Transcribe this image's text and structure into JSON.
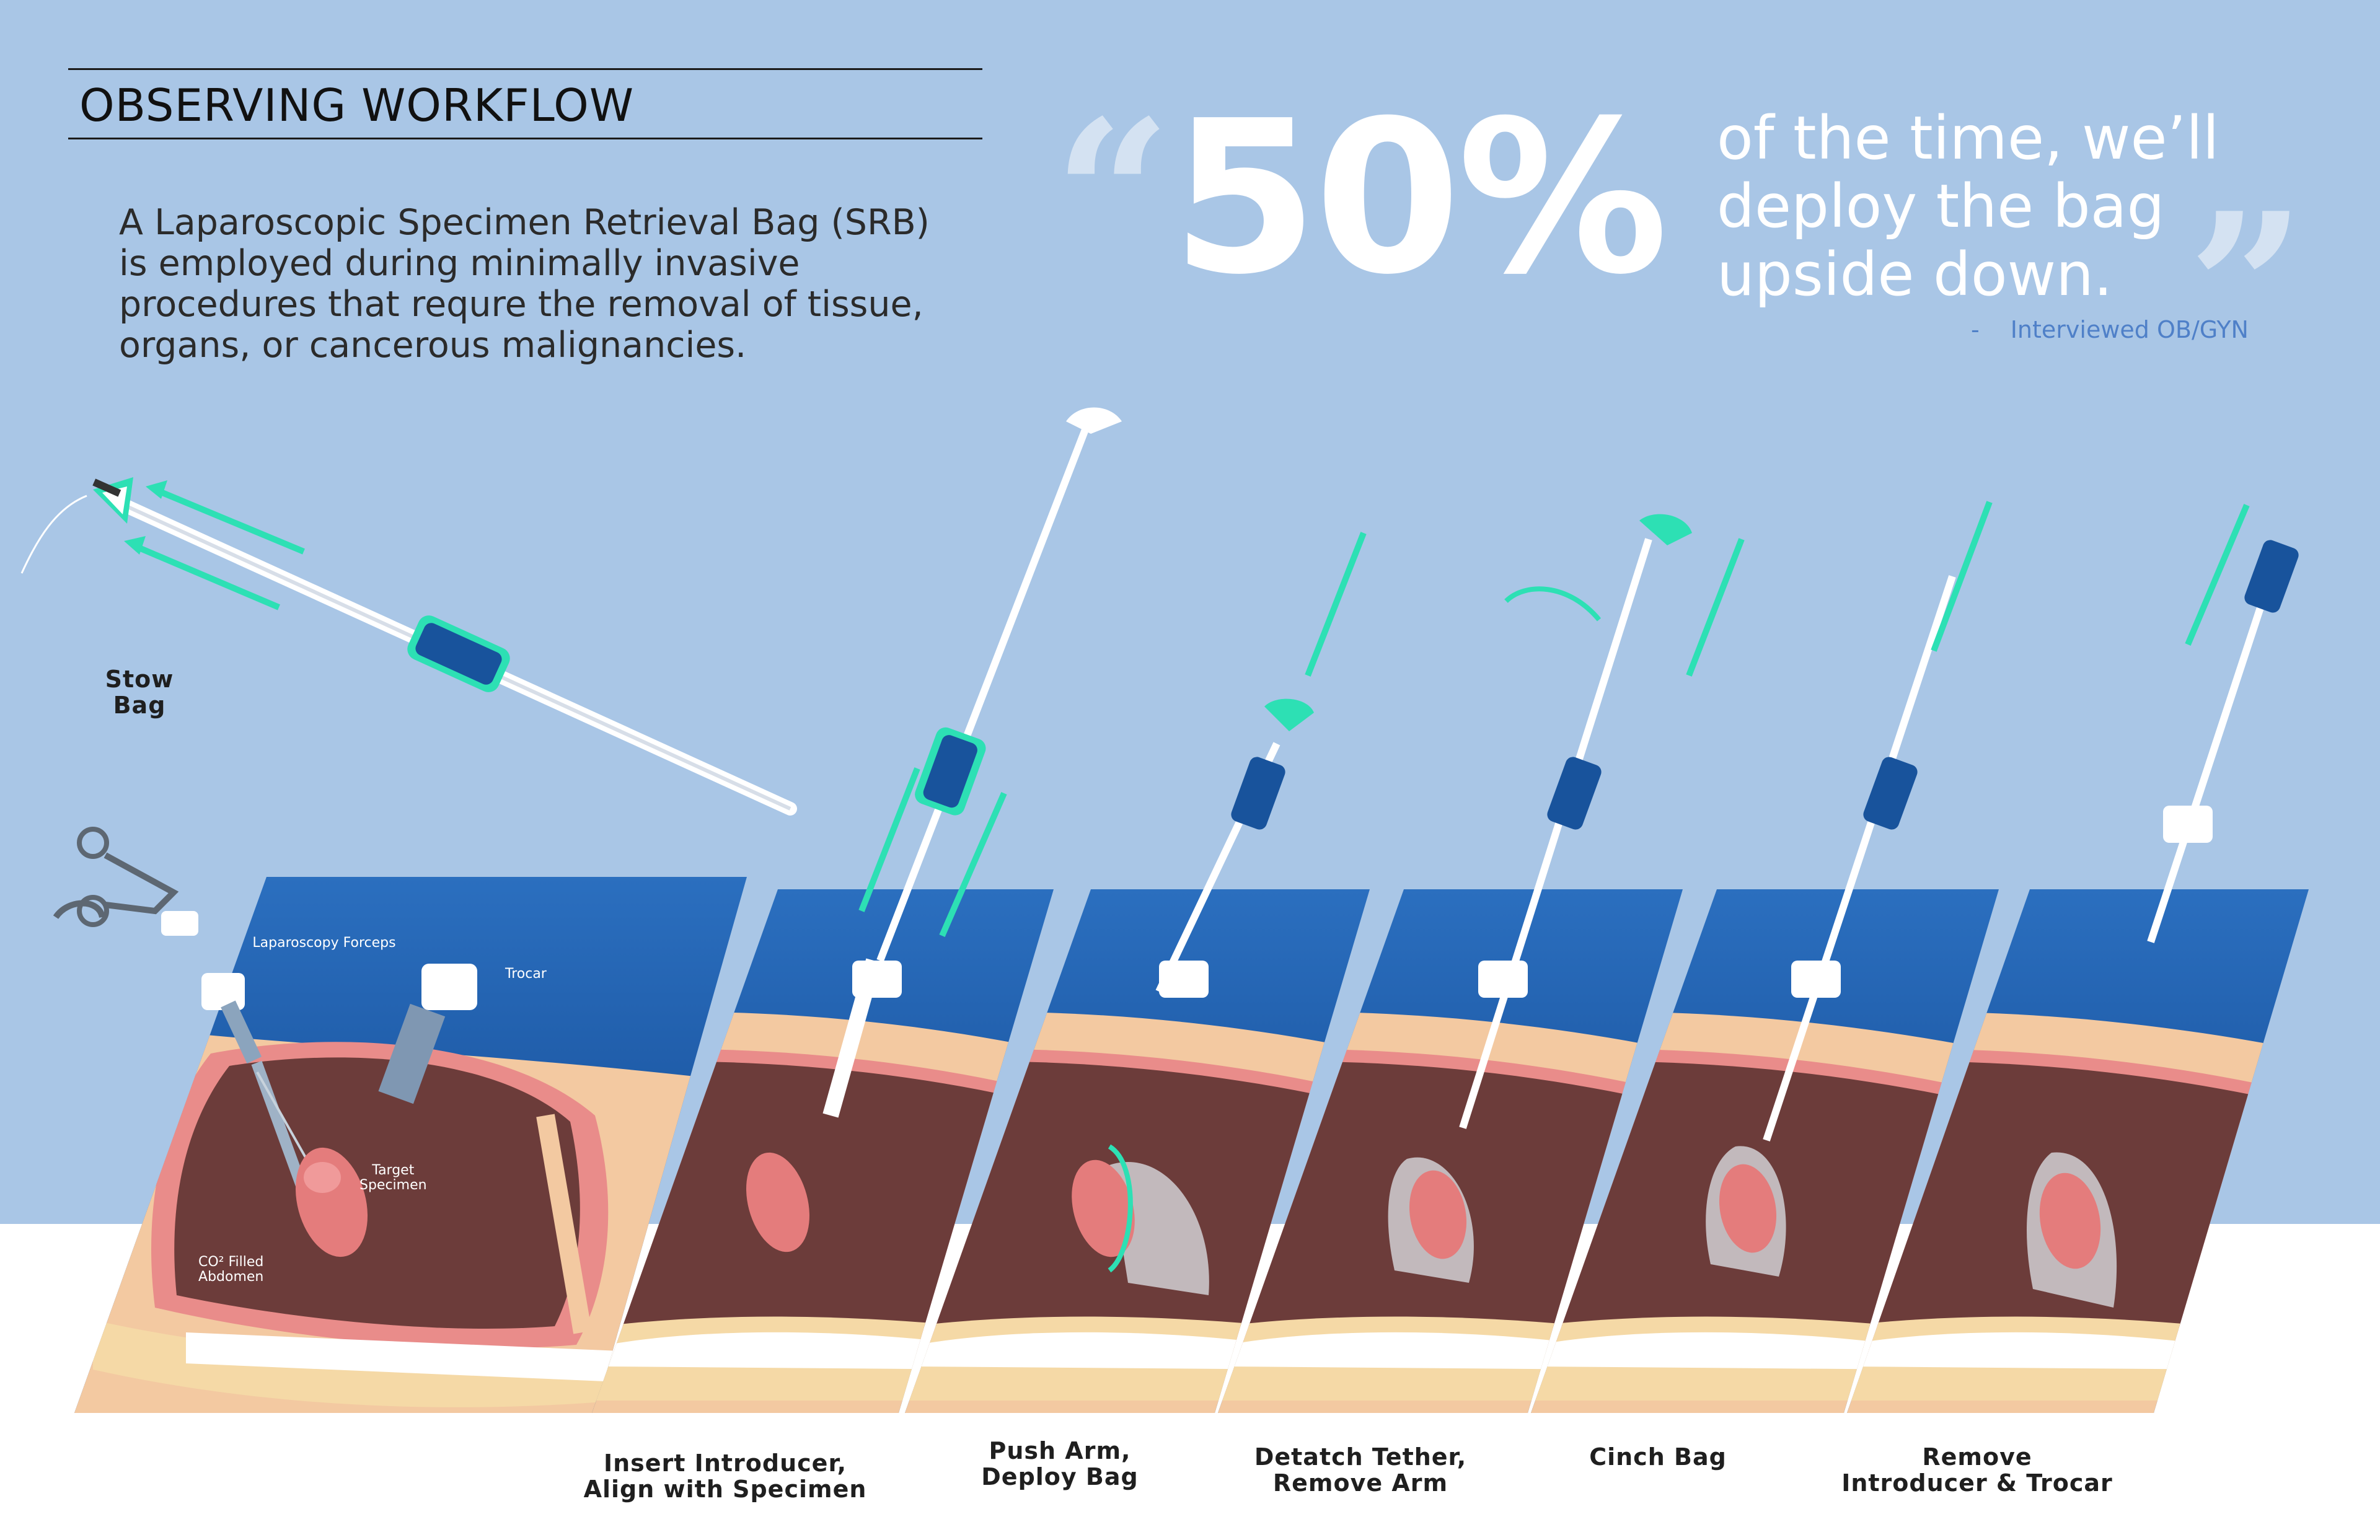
{
  "header": {
    "title": "OBSERVING WORKFLOW",
    "intro": "A Laparoscopic Specimen Retrieval Bag (SRB) is employed during minimally invasive procedures that requre the removal of tissue, organs, or cancerous malignancies."
  },
  "quote": {
    "stat": "50%",
    "text": "of the time, we’ll deploy the bag upside down.",
    "attribution_dash": "-",
    "attribution": "Interviewed OB/GYN"
  },
  "diagram": {
    "stow_label": "Stow\nBag",
    "callouts": {
      "forceps": "Laparoscopy\nForceps",
      "trocar": "Trocar",
      "specimen": "Target\nSpecimen",
      "abdomen": "CO² Filled\nAbdomen"
    },
    "steps": [
      "Insert Introducer,\nAlign with Specimen",
      "Push Arm,\nDeploy Bag",
      "Detatch Tether,\nRemove Arm",
      "Cinch Bag",
      "Remove\nIntroducer & Trocar"
    ]
  },
  "colors": {
    "background": "#a9c6e6",
    "panel_blue": "#1f5fb0",
    "accent_teal": "#2de0b4",
    "handle_blue": "#18539c",
    "cavity": "#6c3c3a",
    "specimen": "#e47c7c",
    "skin": "#f2c9a0"
  }
}
